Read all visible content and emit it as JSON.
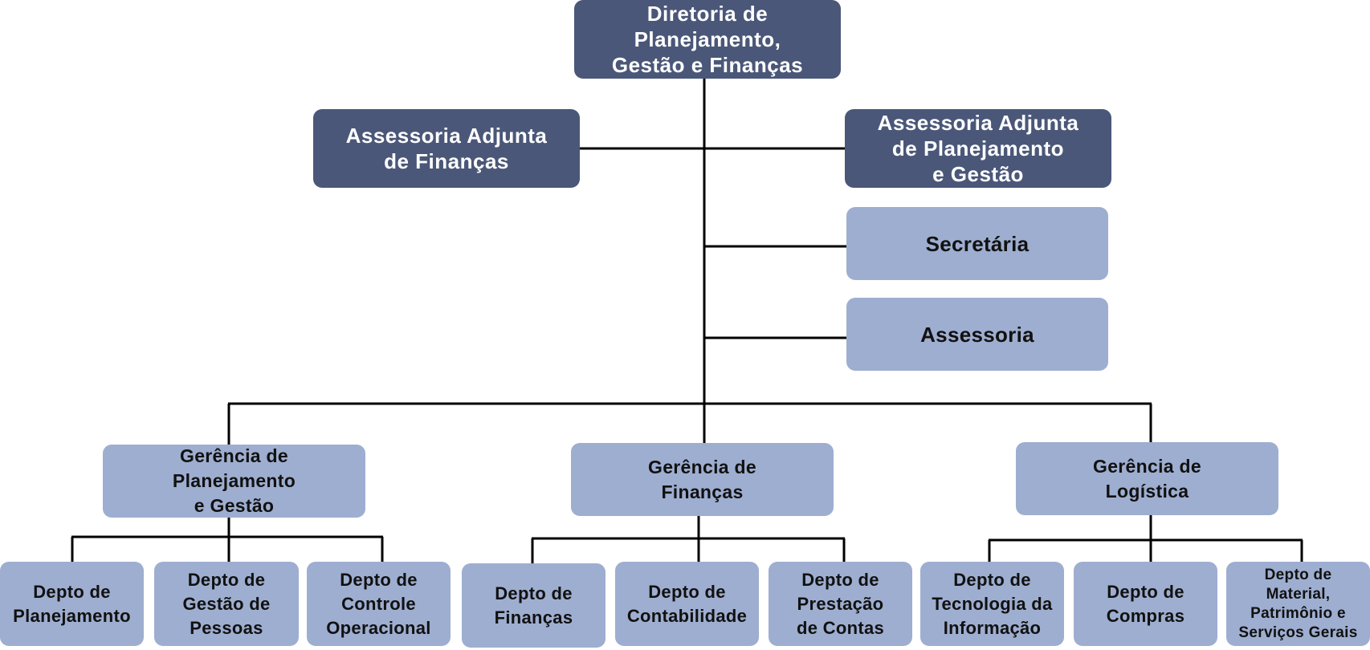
{
  "org_chart": {
    "director": "Diretoria de\nPlanejamento,\nGestão e Finanças",
    "advisors": {
      "finance": "Assessoria Adjunta\nde Finanças",
      "planning": "Assessoria Adjunta\nde Planejamento\ne Gestão"
    },
    "staff": {
      "secretary": "Secretária",
      "assessoria": "Assessoria"
    },
    "managements": [
      {
        "label": "Gerência de\nPlanejamento\ne Gestão",
        "departments": [
          "Depto de\nPlanejamento",
          "Depto de\nGestão de\nPessoas",
          "Depto de\nControle\nOperacional"
        ]
      },
      {
        "label": "Gerência de\nFinanças",
        "departments": [
          "Depto de\nFinanças",
          "Depto de\nContabilidade",
          "Depto de\nPrestação\nde Contas"
        ]
      },
      {
        "label": "Gerência de\nLogística",
        "departments": [
          "Depto de\nTecnologia da\nInformação",
          "Depto de\nCompras",
          "Depto de\nMaterial,\nPatrimônio e\nServiços Gerais"
        ]
      }
    ]
  }
}
